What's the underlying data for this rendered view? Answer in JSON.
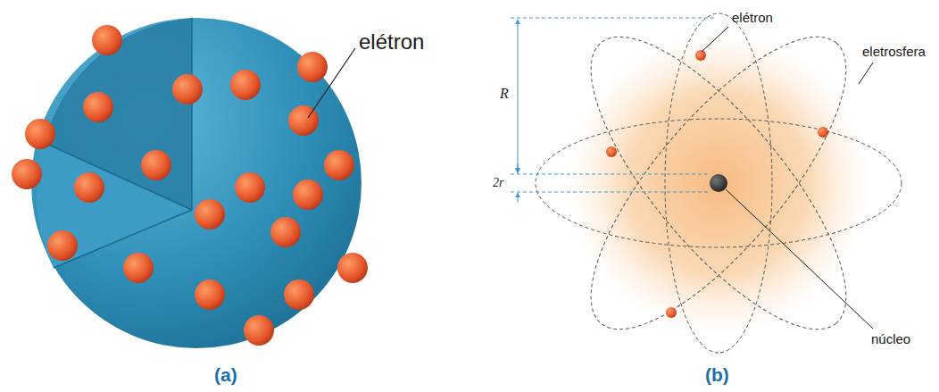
{
  "diagram": {
    "labels": [
      "elétron",
      "elétron",
      "eletrosfera",
      "núcleo",
      "R",
      "2r",
      "(a)",
      "(b)"
    ]
  }
}
